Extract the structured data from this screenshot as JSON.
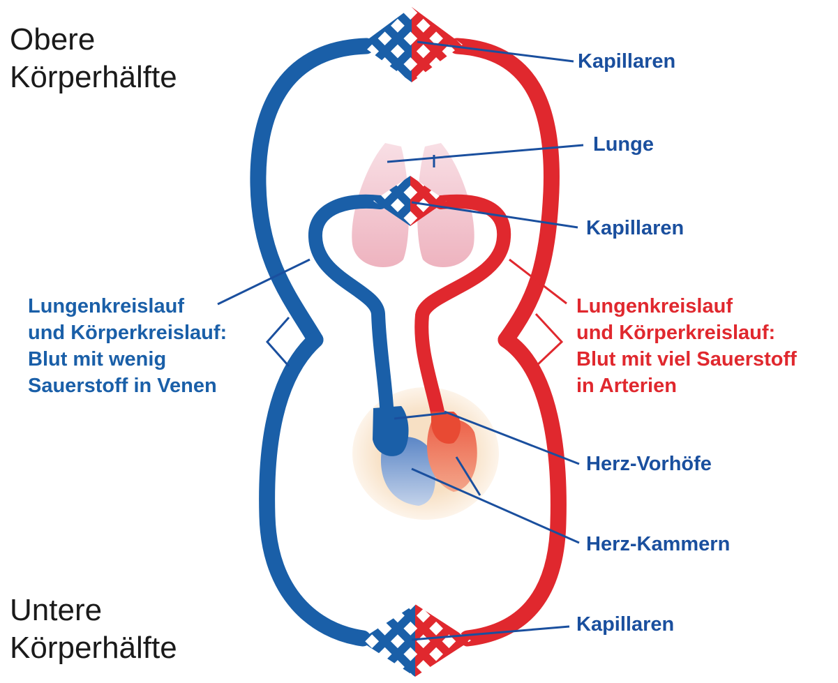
{
  "regions": {
    "upper": [
      "Obere",
      "Körperhälfte"
    ],
    "lower": [
      "Untere",
      "Körperhälfte"
    ]
  },
  "labels": {
    "kapillaren_top": "Kapillaren",
    "lunge": "Lunge",
    "kapillaren_lung": "Kapillaren",
    "herz_vorhoefe": "Herz-Vorhöfe",
    "herz_kammern": "Herz-Kammern",
    "kapillaren_bottom": "Kapillaren"
  },
  "venous_note": [
    "Lungenkreislauf",
    "und Körperkreislauf:",
    "Blut mit wenig",
    "Sauerstoff in Venen"
  ],
  "arterial_note": [
    "Lungenkreislauf",
    "und Körperkreislauf:",
    "Blut mit viel Sauerstoff",
    "in Arterien"
  ],
  "colors": {
    "vein": "#1a5fa8",
    "artery": "#e0282e",
    "label_text": "#1a4f9e",
    "lung": "#f1c3cc",
    "heart_aura": "#f7e0c4"
  }
}
